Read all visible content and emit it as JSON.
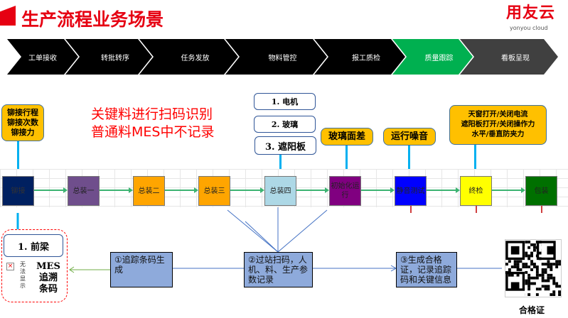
{
  "title": "生产流程业务场景",
  "logo": {
    "name": "用友云",
    "sub": "yonyou cloud"
  },
  "steps": [
    {
      "label": "工单接收",
      "color": "#000000"
    },
    {
      "label": "转批转序",
      "color": "#000000"
    },
    {
      "label": "任务发放",
      "color": "#000000"
    },
    {
      "label": "物料管控",
      "color": "#000000"
    },
    {
      "label": "报工质检",
      "color": "#000000"
    },
    {
      "label": "质量跟踪",
      "color": "#00b050",
      "active": true
    },
    {
      "label": "看板呈现",
      "color": "#404040"
    }
  ],
  "note": {
    "line1": "关键料进行扫码识别",
    "line2": "普通料MES中不记录"
  },
  "callouts": {
    "riveting": [
      "铆接行程",
      "铆接次数",
      "铆接力"
    ],
    "parts": [
      "1. 电机",
      "2. 玻璃",
      "3. 遮阳板"
    ],
    "glass": "玻璃面差",
    "noise": "运行噪音",
    "final": [
      "天窗打开/关闭电流",
      "遮阳板打开/关闭操作力",
      "水平/垂直防夹力"
    ]
  },
  "process": [
    {
      "label": "铆接",
      "color": "#002060"
    },
    {
      "label": "总装一",
      "color": "#6f4e8c"
    },
    {
      "label": "总装二",
      "color": "#ffa500"
    },
    {
      "label": "总装三",
      "color": "#ffa500"
    },
    {
      "label": "总装四",
      "color": "#add8e6"
    },
    {
      "label": "初始化运行",
      "color": "#800080"
    },
    {
      "label": "静音测试",
      "color": "#0000ff"
    },
    {
      "label": "终检",
      "color": "#ffff00"
    },
    {
      "label": "包装",
      "color": "#007000"
    }
  ],
  "front": {
    "label": "1. 前梁",
    "broken_image": "无法显示",
    "mes": [
      "MES",
      "追溯",
      "条码"
    ]
  },
  "flow": [
    "①追踪条码生成",
    "②过站扫码，人机、料、生产参数记录",
    "③生成合格证，记录追踪码和关键信息"
  ],
  "certificate": "合格证"
}
